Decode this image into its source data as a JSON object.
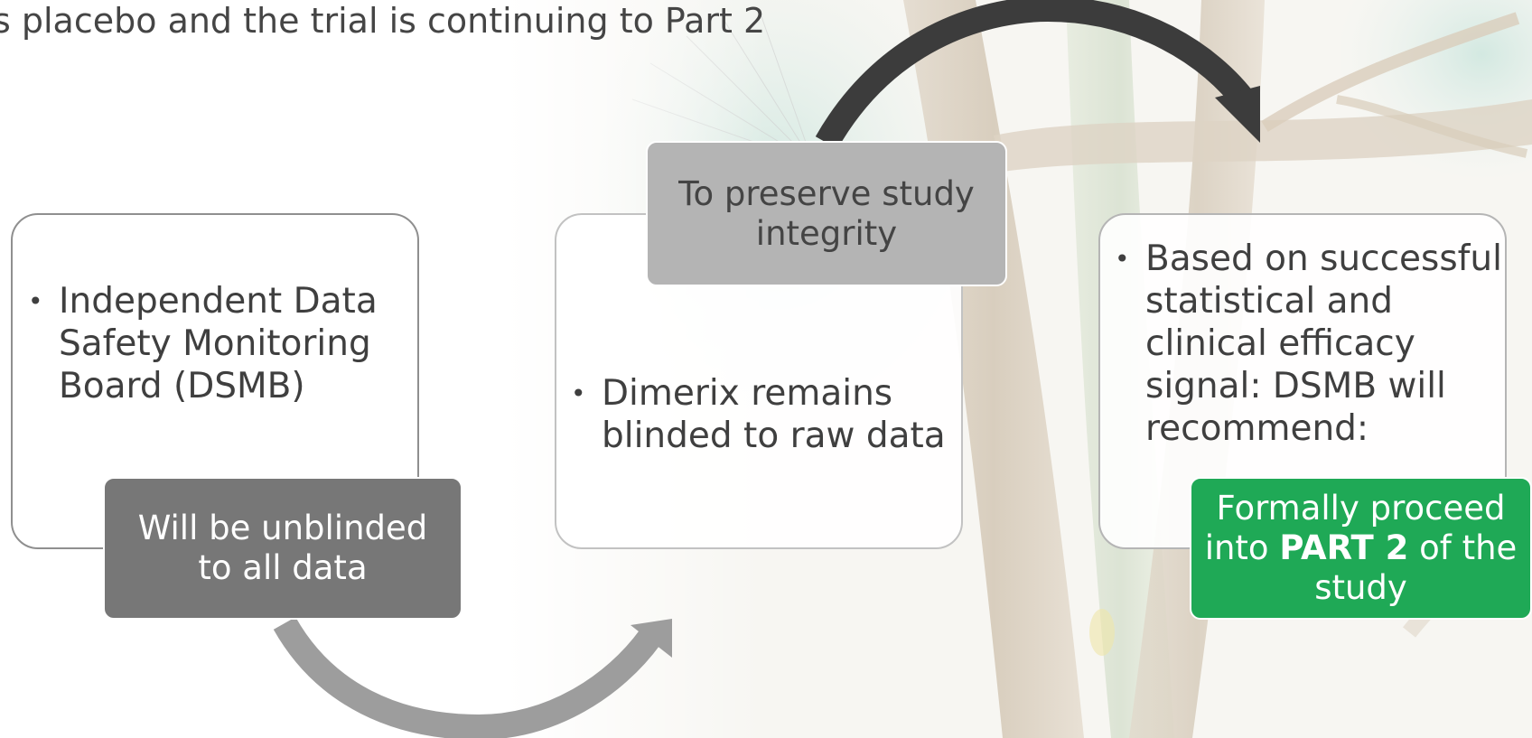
{
  "header": {
    "text": "s placebo and the trial is continuing to Part 2"
  },
  "steps": [
    {
      "bullet": "Independent Data Safety Monitoring Board (DSMB)",
      "tag": "Will be unblinded to all data"
    },
    {
      "bullet": "Dimerix remains blinded to raw data",
      "tag": "To preserve study integrity"
    },
    {
      "bullet": "Based on successful statistical and clinical efficacy signal: DSMB will recommend:",
      "tag_before": "Formally proceed into",
      "tag_bold": "PART 2",
      "tag_after": "of the study"
    }
  ],
  "colors": {
    "dark_tag": "#777777",
    "light_tag": "#b4b4b4",
    "green_tag": "#1fa956",
    "arrow_dark": "#3c3c3c",
    "arrow_light": "#9d9d9d"
  }
}
